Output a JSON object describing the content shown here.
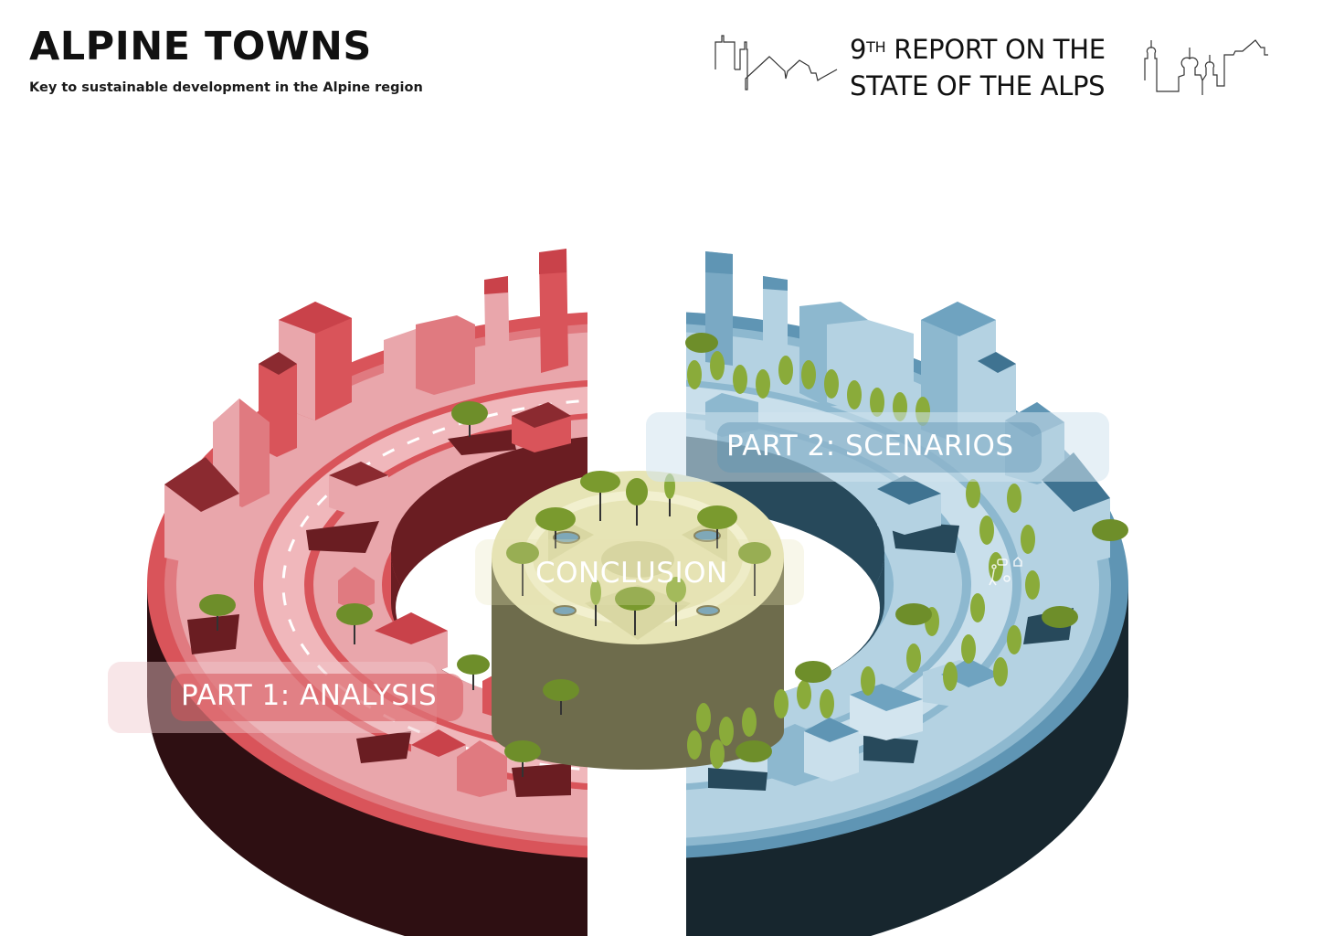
{
  "header": {
    "title": "ALPINE TOWNS",
    "subtitle": "Key to sustainable development in the Alpine region",
    "report_line1_number": "9",
    "report_line1_sup": "TH",
    "report_line1_rest": " REPORT ON THE",
    "report_line2": "STATE OF THE ALPS"
  },
  "diagram": {
    "sections": [
      {
        "id": "part1",
        "label": "PART 1: ANALYSIS",
        "color_top": "#d9545a",
        "color_side": "#2e0f12",
        "color_inner": "#6a1d22"
      },
      {
        "id": "part2",
        "label": "PART 2: SCENARIOS",
        "color_top": "#6fa3c0",
        "color_side": "#17262e",
        "color_inner": "#27495b"
      },
      {
        "id": "conclusion",
        "label": "CONCLUSION",
        "color_top": "#e6e4b5",
        "color_side": "#6e6c4c"
      }
    ],
    "icons": [
      "pedestrian-icon",
      "car-icon",
      "house-icon",
      "cyclist-icon",
      "wifi-icon"
    ]
  }
}
